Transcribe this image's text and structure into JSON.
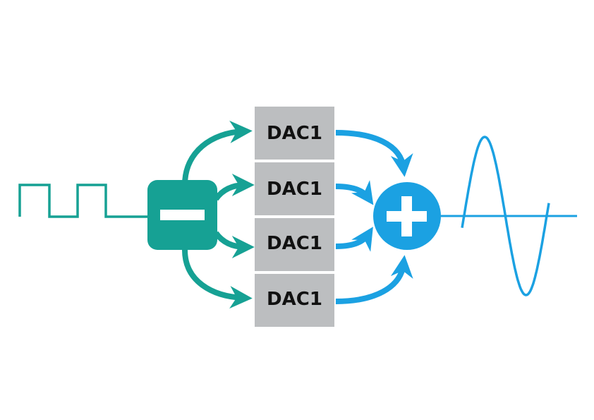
{
  "colors": {
    "teal": "#16a194",
    "blue": "#1ba1e2",
    "dac_fill": "#bcbec0",
    "text": "#111111",
    "background": "#ffffff"
  },
  "splitter": {
    "icon": "minus-icon"
  },
  "combiner": {
    "icon": "plus-icon"
  },
  "dacs": [
    {
      "label": "DAC1"
    },
    {
      "label": "DAC1"
    },
    {
      "label": "DAC1"
    },
    {
      "label": "DAC1"
    }
  ]
}
